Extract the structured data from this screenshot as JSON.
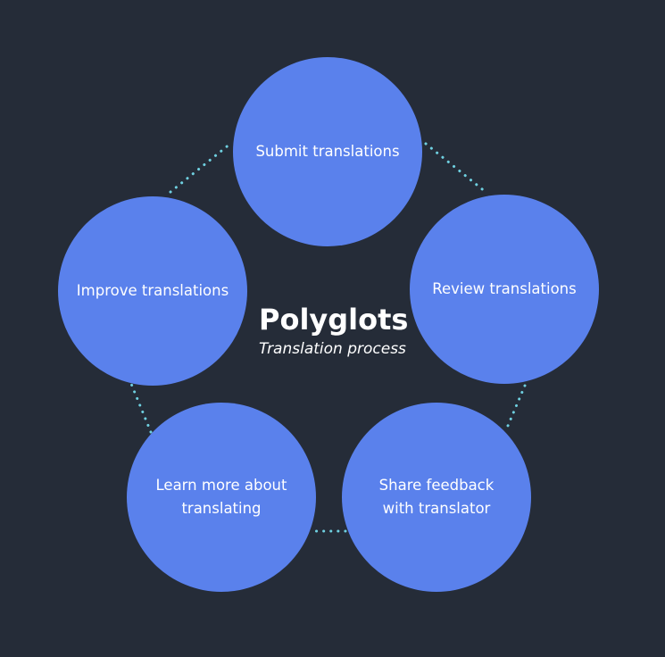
{
  "diagram": {
    "title": "Polyglots",
    "subtitle": "Translation process",
    "nodes": [
      {
        "label": "Submit translations"
      },
      {
        "label": "Review translations"
      },
      {
        "label": "Share feedback\nwith translator"
      },
      {
        "label": "Learn more about\ntranslating"
      },
      {
        "label": "Improve translations"
      }
    ]
  },
  "colors": {
    "background": "#252c38",
    "node": "#5a81ec",
    "connector": "#6fd0e0",
    "text": "#ffffff"
  }
}
